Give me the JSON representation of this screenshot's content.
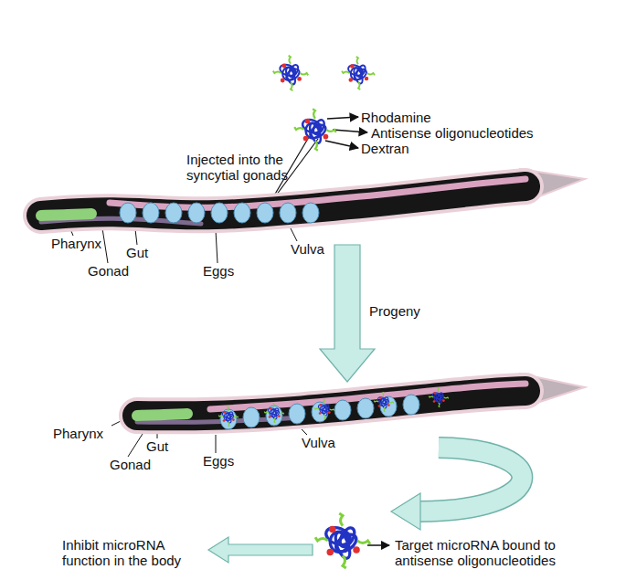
{
  "diagram": {
    "labels": [
      "Rhodamine",
      "Antisense oligonucleotides",
      "Dextran",
      "Injected into the syncytial gonads",
      "Pharynx",
      "Gut",
      "Gonad",
      "Eggs",
      "Vulva",
      "Progeny",
      "Pharynx",
      "Gut",
      "Gonad",
      "Eggs",
      "Vulva",
      "Inhibit microRNA function in the body",
      "Target microRNA bound to antisense oligonucleotides"
    ]
  }
}
